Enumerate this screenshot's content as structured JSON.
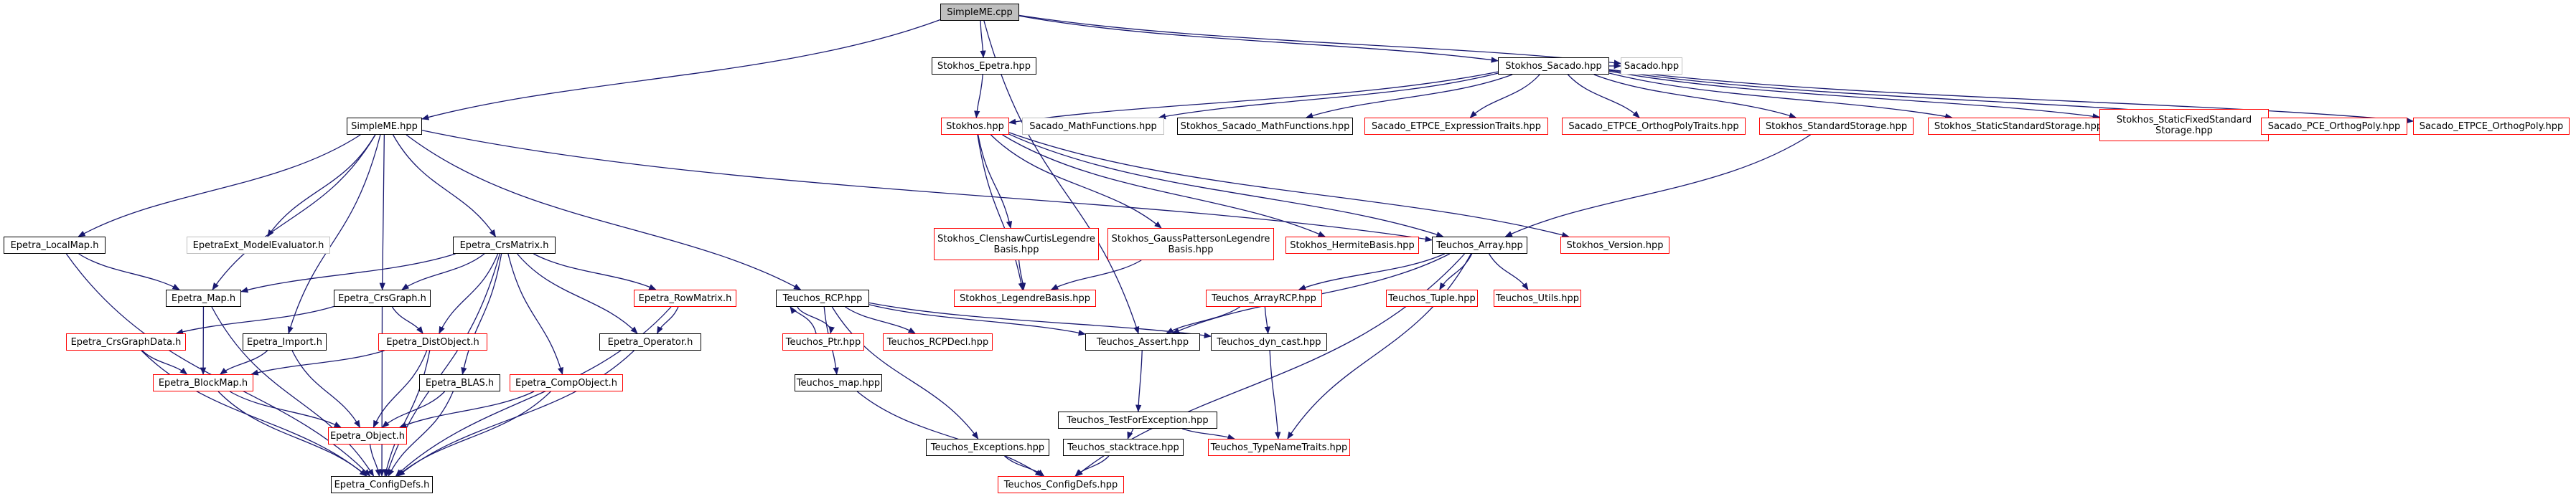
{
  "colors": {
    "edge": "#191970",
    "root_fill": "#bfbfbf",
    "node_border": "#000000",
    "red_border": "#ff0000",
    "gray_border": "#bfbfbf"
  },
  "nodes": [
    {
      "id": "simplemecpp",
      "label": "SimpleME.cpp",
      "style": "root"
    },
    {
      "id": "stokhos_epetra",
      "label": "Stokhos_Epetra.hpp",
      "style": "black"
    },
    {
      "id": "stokhos_sacado",
      "label": "Stokhos_Sacado.hpp",
      "style": "black"
    },
    {
      "id": "sacado_hpp",
      "label": "Sacado.hpp",
      "style": "gray"
    },
    {
      "id": "simpleme_hpp",
      "label": "SimpleME.hpp",
      "style": "black"
    },
    {
      "id": "stokhos_hpp",
      "label": "Stokhos.hpp",
      "style": "red"
    },
    {
      "id": "sacado_mathfunctions",
      "label": "Sacado_MathFunctions.hpp",
      "style": "gray"
    },
    {
      "id": "stokhos_sacado_mathfunctions",
      "label": "Stokhos_Sacado_MathFunctions.hpp",
      "style": "black"
    },
    {
      "id": "sacado_etpce_exprtraits",
      "label": "Sacado_ETPCE_ExpressionTraits.hpp",
      "style": "red"
    },
    {
      "id": "sacado_etpce_orthopolytraits",
      "label": "Sacado_ETPCE_OrthogPolyTraits.hpp",
      "style": "red"
    },
    {
      "id": "stokhos_standardstorage",
      "label": "Stokhos_StandardStorage.hpp",
      "style": "red"
    },
    {
      "id": "stokhos_staticstandardstorage",
      "label": "Stokhos_StaticStandardStorage.hpp",
      "style": "red"
    },
    {
      "id": "stokhos_staticfixedstandardstorage",
      "label": "Stokhos_StaticFixedStandard\nStorage.hpp",
      "style": "red"
    },
    {
      "id": "sacado_pce_orthogpoly",
      "label": "Sacado_PCE_OrthogPoly.hpp",
      "style": "red"
    },
    {
      "id": "sacado_etpce_orthogpoly",
      "label": "Sacado_ETPCE_OrthogPoly.hpp",
      "style": "red"
    },
    {
      "id": "epetra_localmap",
      "label": "Epetra_LocalMap.h",
      "style": "black"
    },
    {
      "id": "epetraext_modelevaluator",
      "label": "EpetraExt_ModelEvaluator.h",
      "style": "gray"
    },
    {
      "id": "epetra_crsmatrix",
      "label": "Epetra_CrsMatrix.h",
      "style": "black"
    },
    {
      "id": "stokhos_ccl",
      "label": "Stokhos_ClenshawCurtisLegendre\nBasis.hpp",
      "style": "red"
    },
    {
      "id": "stokhos_gpl",
      "label": "Stokhos_GaussPattersonLegendre\nBasis.hpp",
      "style": "red"
    },
    {
      "id": "stokhos_hermitebasis",
      "label": "Stokhos_HermiteBasis.hpp",
      "style": "red"
    },
    {
      "id": "teuchos_array",
      "label": "Teuchos_Array.hpp",
      "style": "black"
    },
    {
      "id": "stokhos_version",
      "label": "Stokhos_Version.hpp",
      "style": "red"
    },
    {
      "id": "epetra_map",
      "label": "Epetra_Map.h",
      "style": "black"
    },
    {
      "id": "epetra_crsgraph",
      "label": "Epetra_CrsGraph.h",
      "style": "black"
    },
    {
      "id": "epetra_rowmatrix",
      "label": "Epetra_RowMatrix.h",
      "style": "red"
    },
    {
      "id": "teuchos_rcp",
      "label": "Teuchos_RCP.hpp",
      "style": "black"
    },
    {
      "id": "stokhos_legendrebasis",
      "label": "Stokhos_LegendreBasis.hpp",
      "style": "red"
    },
    {
      "id": "teuchos_arrayrcp",
      "label": "Teuchos_ArrayRCP.hpp",
      "style": "red"
    },
    {
      "id": "teuchos_tuple",
      "label": "Teuchos_Tuple.hpp",
      "style": "red"
    },
    {
      "id": "teuchos_utils",
      "label": "Teuchos_Utils.hpp",
      "style": "red"
    },
    {
      "id": "epetra_crsgraphdata",
      "label": "Epetra_CrsGraphData.h",
      "style": "red"
    },
    {
      "id": "epetra_import",
      "label": "Epetra_Import.h",
      "style": "black"
    },
    {
      "id": "epetra_distobject",
      "label": "Epetra_DistObject.h",
      "style": "red"
    },
    {
      "id": "epetra_operator",
      "label": "Epetra_Operator.h",
      "style": "black"
    },
    {
      "id": "teuchos_ptr",
      "label": "Teuchos_Ptr.hpp",
      "style": "red"
    },
    {
      "id": "teuchos_rcpdecl",
      "label": "Teuchos_RCPDecl.hpp",
      "style": "red"
    },
    {
      "id": "teuchos_assert",
      "label": "Teuchos_Assert.hpp",
      "style": "black"
    },
    {
      "id": "teuchos_dyncast",
      "label": "Teuchos_dyn_cast.hpp",
      "style": "black"
    },
    {
      "id": "epetra_blockmap",
      "label": "Epetra_BlockMap.h",
      "style": "red"
    },
    {
      "id": "epetra_blas",
      "label": "Epetra_BLAS.h",
      "style": "black"
    },
    {
      "id": "epetra_compobject",
      "label": "Epetra_CompObject.h",
      "style": "red"
    },
    {
      "id": "teuchos_map",
      "label": "Teuchos_map.hpp",
      "style": "black"
    },
    {
      "id": "teuchos_testforexception",
      "label": "Teuchos_TestForException.hpp",
      "style": "black"
    },
    {
      "id": "epetra_object",
      "label": "Epetra_Object.h",
      "style": "red"
    },
    {
      "id": "teuchos_exceptions",
      "label": "Teuchos_Exceptions.hpp",
      "style": "black"
    },
    {
      "id": "teuchos_stacktrace",
      "label": "Teuchos_stacktrace.hpp",
      "style": "black"
    },
    {
      "id": "teuchos_typenametraits",
      "label": "Teuchos_TypeNameTraits.hpp",
      "style": "red"
    },
    {
      "id": "epetra_configdefs",
      "label": "Epetra_ConfigDefs.h",
      "style": "black"
    },
    {
      "id": "teuchos_configdefs",
      "label": "Teuchos_ConfigDefs.hpp",
      "style": "red"
    }
  ],
  "edges": [
    [
      "simplemecpp",
      "stokhos_epetra"
    ],
    [
      "simplemecpp",
      "stokhos_sacado"
    ],
    [
      "simplemecpp",
      "sacado_hpp"
    ],
    [
      "simplemecpp",
      "simpleme_hpp"
    ],
    [
      "simplemecpp",
      "teuchos_assert"
    ],
    [
      "stokhos_epetra",
      "stokhos_hpp"
    ],
    [
      "stokhos_sacado",
      "stokhos_hpp"
    ],
    [
      "stokhos_sacado",
      "sacado_hpp"
    ],
    [
      "stokhos_sacado",
      "sacado_mathfunctions"
    ],
    [
      "stokhos_sacado",
      "stokhos_sacado_mathfunctions"
    ],
    [
      "stokhos_sacado",
      "sacado_etpce_exprtraits"
    ],
    [
      "stokhos_sacado",
      "sacado_etpce_orthopolytraits"
    ],
    [
      "stokhos_sacado",
      "stokhos_standardstorage"
    ],
    [
      "stokhos_sacado",
      "stokhos_staticstandardstorage"
    ],
    [
      "stokhos_sacado",
      "stokhos_staticfixedstandardstorage"
    ],
    [
      "stokhos_sacado",
      "sacado_pce_orthogpoly"
    ],
    [
      "stokhos_sacado",
      "sacado_etpce_orthogpoly"
    ],
    [
      "stokhos_standardstorage",
      "teuchos_array"
    ],
    [
      "stokhos_hpp",
      "stokhos_ccl"
    ],
    [
      "stokhos_hpp",
      "stokhos_gpl"
    ],
    [
      "stokhos_hpp",
      "stokhos_hermitebasis"
    ],
    [
      "stokhos_hpp",
      "stokhos_version"
    ],
    [
      "stokhos_hpp",
      "stokhos_legendrebasis"
    ],
    [
      "stokhos_hpp",
      "teuchos_array"
    ],
    [
      "stokhos_ccl",
      "stokhos_legendrebasis"
    ],
    [
      "stokhos_gpl",
      "stokhos_legendrebasis"
    ],
    [
      "simpleme_hpp",
      "epetra_localmap"
    ],
    [
      "simpleme_hpp",
      "epetraext_modelevaluator"
    ],
    [
      "simpleme_hpp",
      "epetra_crsmatrix"
    ],
    [
      "simpleme_hpp",
      "epetra_map"
    ],
    [
      "simpleme_hpp",
      "epetra_crsgraph"
    ],
    [
      "simpleme_hpp",
      "epetra_import"
    ],
    [
      "simpleme_hpp",
      "teuchos_rcp"
    ],
    [
      "simpleme_hpp",
      "teuchos_array"
    ],
    [
      "epetra_localmap",
      "epetra_map"
    ],
    [
      "epetra_localmap",
      "epetra_configdefs"
    ],
    [
      "epetra_crsmatrix",
      "epetra_map"
    ],
    [
      "epetra_crsmatrix",
      "epetra_crsgraph"
    ],
    [
      "epetra_crsmatrix",
      "epetra_rowmatrix"
    ],
    [
      "epetra_crsmatrix",
      "epetra_distobject"
    ],
    [
      "epetra_crsmatrix",
      "epetra_operator"
    ],
    [
      "epetra_crsmatrix",
      "epetra_blas"
    ],
    [
      "epetra_crsmatrix",
      "epetra_compobject"
    ],
    [
      "epetra_crsmatrix",
      "epetra_configdefs"
    ],
    [
      "epetra_map",
      "epetra_blockmap"
    ],
    [
      "epetra_map",
      "epetra_configdefs"
    ],
    [
      "epetra_crsgraph",
      "epetra_crsgraphdata"
    ],
    [
      "epetra_crsgraph",
      "epetra_distobject"
    ],
    [
      "epetra_crsgraph",
      "epetra_configdefs"
    ],
    [
      "epetra_rowmatrix",
      "epetra_operator"
    ],
    [
      "epetra_rowmatrix",
      "epetra_configdefs"
    ],
    [
      "epetra_crsgraphdata",
      "epetra_blockmap"
    ],
    [
      "epetra_crsgraphdata",
      "epetra_configdefs"
    ],
    [
      "epetra_import",
      "epetra_blockmap"
    ],
    [
      "epetra_import",
      "epetra_object"
    ],
    [
      "epetra_distobject",
      "epetra_blockmap"
    ],
    [
      "epetra_distobject",
      "epetra_object"
    ],
    [
      "epetra_distobject",
      "epetra_configdefs"
    ],
    [
      "epetra_operator",
      "epetra_configdefs"
    ],
    [
      "epetra_blockmap",
      "epetra_object"
    ],
    [
      "epetra_blockmap",
      "epetra_configdefs"
    ],
    [
      "epetra_blas",
      "epetra_object"
    ],
    [
      "epetra_blas",
      "epetra_configdefs"
    ],
    [
      "epetra_compobject",
      "epetra_object"
    ],
    [
      "epetra_compobject",
      "epetra_configdefs"
    ],
    [
      "epetra_object",
      "epetra_configdefs"
    ],
    [
      "teuchos_rcp",
      "teuchos_ptr"
    ],
    [
      "teuchos_rcp",
      "teuchos_rcpdecl"
    ],
    [
      "teuchos_rcp",
      "teuchos_assert"
    ],
    [
      "teuchos_rcp",
      "teuchos_dyncast"
    ],
    [
      "teuchos_rcp",
      "teuchos_map"
    ],
    [
      "teuchos_rcp",
      "teuchos_exceptions"
    ],
    [
      "teuchos_ptr",
      "teuchos_rcp"
    ],
    [
      "teuchos_array",
      "teuchos_arrayrcp"
    ],
    [
      "teuchos_array",
      "teuchos_tuple"
    ],
    [
      "teuchos_array",
      "teuchos_utils"
    ],
    [
      "teuchos_array",
      "teuchos_assert"
    ],
    [
      "teuchos_array",
      "teuchos_typenametraits"
    ],
    [
      "teuchos_array",
      "teuchos_configdefs"
    ],
    [
      "teuchos_arrayrcp",
      "teuchos_assert"
    ],
    [
      "teuchos_arrayrcp",
      "teuchos_dyncast"
    ],
    [
      "teuchos_assert",
      "teuchos_testforexception"
    ],
    [
      "teuchos_dyncast",
      "teuchos_typenametraits"
    ],
    [
      "teuchos_testforexception",
      "teuchos_stacktrace"
    ],
    [
      "teuchos_testforexception",
      "teuchos_typenametraits"
    ],
    [
      "teuchos_map",
      "teuchos_configdefs"
    ],
    [
      "teuchos_exceptions",
      "teuchos_configdefs"
    ],
    [
      "teuchos_stacktrace",
      "teuchos_configdefs"
    ]
  ]
}
